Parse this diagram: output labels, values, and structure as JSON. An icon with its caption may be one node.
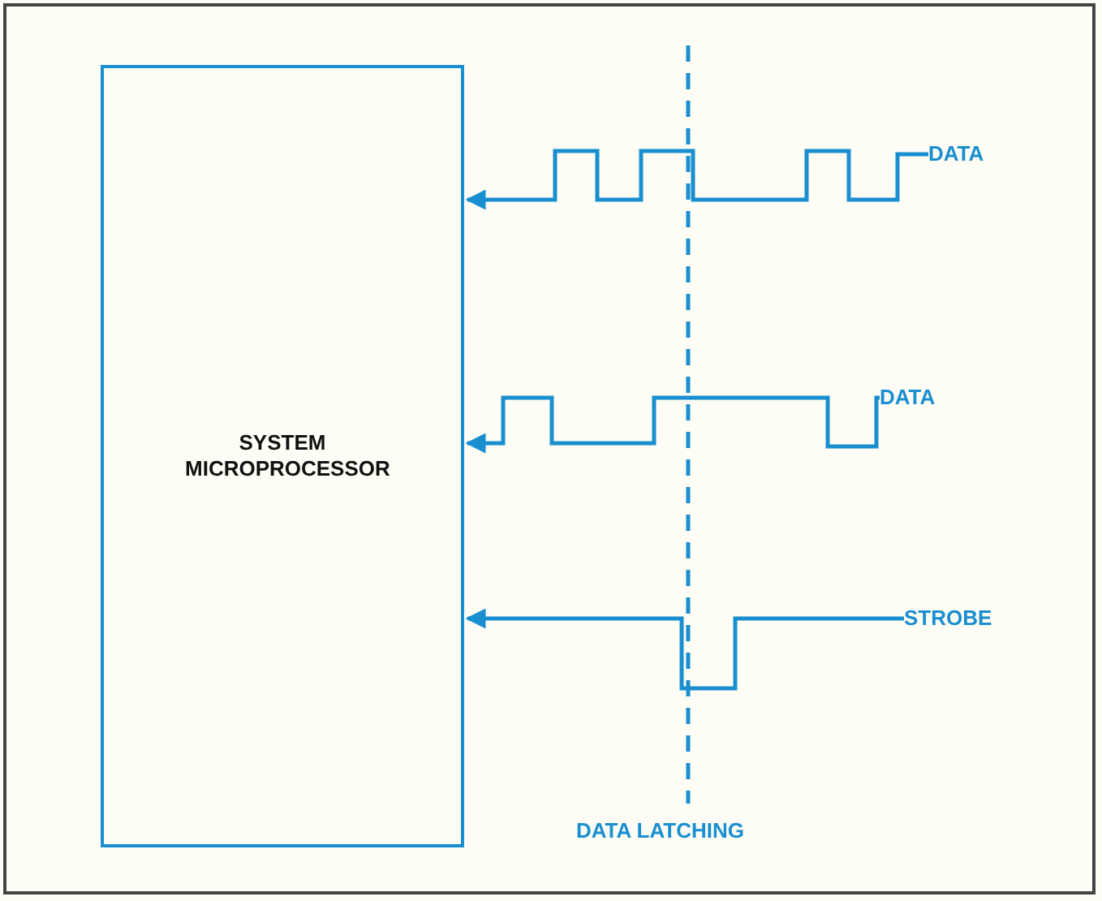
{
  "diagram": {
    "nodes": [
      {
        "text": [
          "SYSTEM MICROPROCESSOR"
        ]
      },
      {
        "text": [
          "DATA"
        ]
      },
      {
        "text": [
          "DATA"
        ]
      },
      {
        "text": [
          "STROBE"
        ]
      }
    ],
    "edges": [
      {
        "from": 1,
        "to": 0,
        "arrow": "to"
      },
      {
        "from": 2,
        "to": 0,
        "arrow": "to"
      },
      {
        "from": 3,
        "to": 0,
        "arrow": "to"
      }
    ],
    "labels": [
      "DATA LATCHING"
    ]
  }
}
